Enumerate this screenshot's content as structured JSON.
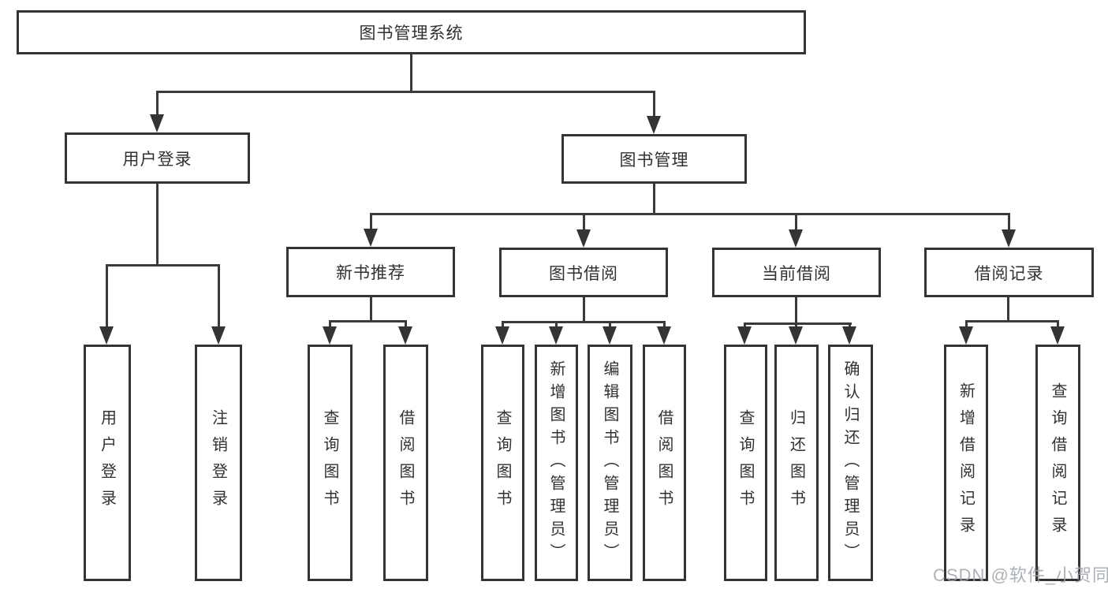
{
  "diagram": {
    "root": {
      "label": "图书管理系统"
    },
    "level2": {
      "user_login": {
        "label": "用户登录"
      },
      "book_mgmt": {
        "label": "图书管理"
      }
    },
    "level3": {
      "new_book": {
        "label": "新书推荐"
      },
      "book_borrow": {
        "label": "图书借阅"
      },
      "current_borrow": {
        "label": "当前借阅"
      },
      "borrow_record": {
        "label": "借阅记录"
      }
    },
    "leaves": {
      "user_login": [
        "用户登录",
        "注销登录"
      ],
      "new_book": [
        "查询图书",
        "借阅图书"
      ],
      "book_borrow": [
        "查询图书",
        "新增图书（管理员）",
        "编辑图书（管理员）",
        "借阅图书"
      ],
      "current_borrow": [
        "查询图书",
        "归还图书",
        "确认归还（管理员）"
      ],
      "borrow_record": [
        "新增借阅记录",
        "查询借阅记录"
      ]
    }
  },
  "watermark": "CSDN @软件_小贺同学",
  "colors": {
    "line": "#3a3a3a",
    "border": "#343434",
    "text": "#313131",
    "watermark": "#9ea3aa",
    "background": "#ffffff"
  }
}
